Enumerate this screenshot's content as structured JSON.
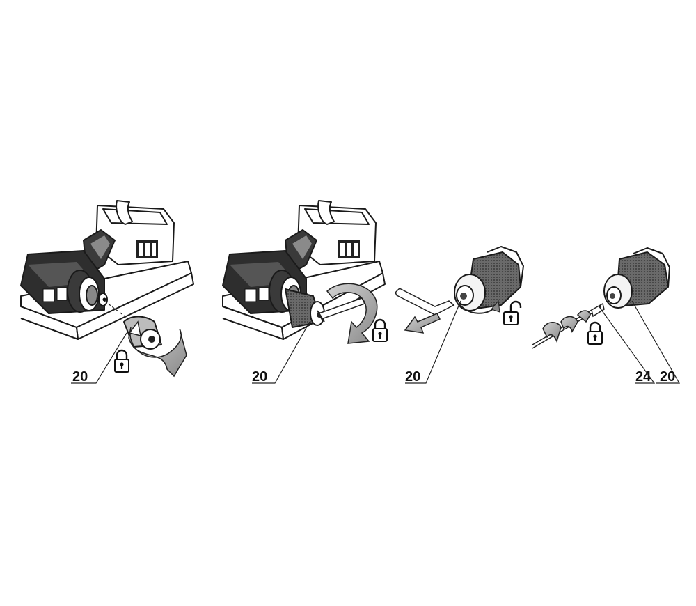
{
  "steps": [
    {
      "id": "step-1",
      "labels": [
        "20"
      ],
      "lock": "locked"
    },
    {
      "id": "step-2",
      "labels": [
        "20"
      ],
      "lock": "locked"
    },
    {
      "id": "step-3",
      "labels": [
        "20"
      ],
      "lock": "unlocked"
    },
    {
      "id": "step-4",
      "labels": [
        "24",
        "20"
      ],
      "lock": "locked"
    }
  ],
  "icons": [
    "lock-closed-icon",
    "lock-open-icon",
    "rotate-arrow-icon",
    "pull-arrow-icon"
  ]
}
